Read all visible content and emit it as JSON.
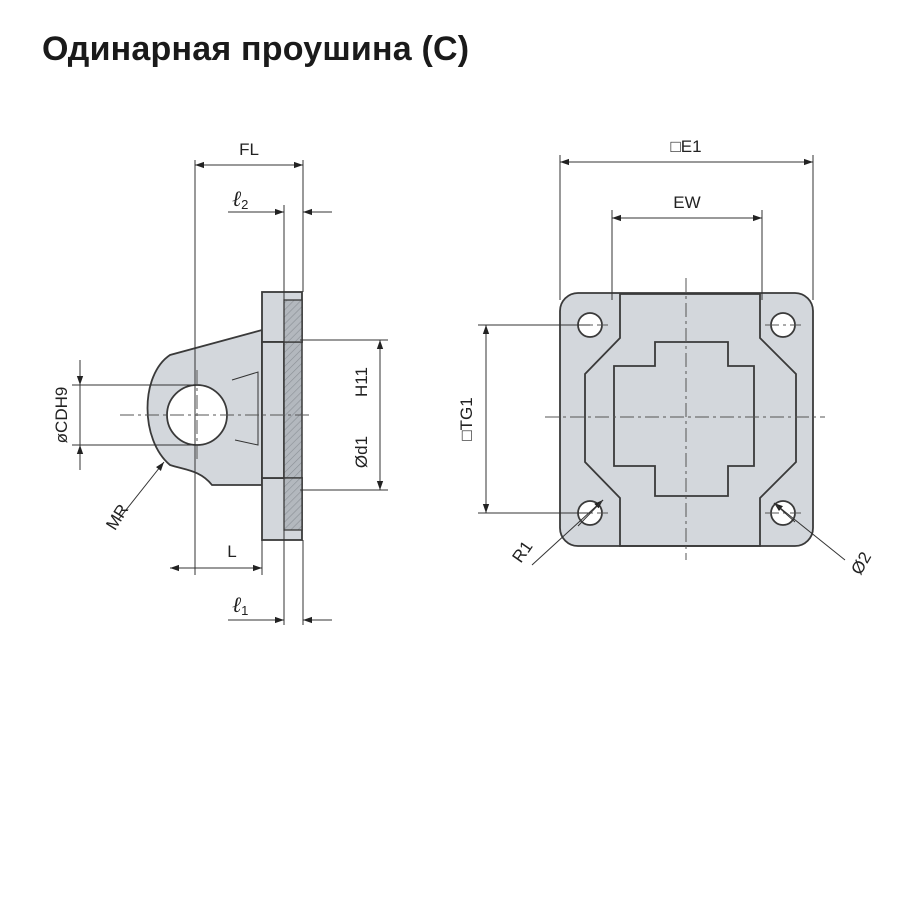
{
  "title": "Одинарная проушина (C)",
  "side_view": {
    "labels": {
      "fl": "FL",
      "l2_letter": "ℓ",
      "l2_sub": "2",
      "cd": "øCDH9",
      "h11": "H11",
      "d1": "Ød1",
      "mr": "MR",
      "l": "L",
      "l1_letter": "ℓ",
      "l1_sub": "1"
    }
  },
  "front_view": {
    "labels": {
      "e1": "□E1",
      "ew": "EW",
      "tg1": "□TG1",
      "r1": "R1",
      "d2": "Ø2"
    }
  },
  "colors": {
    "part_fill": "#d3d7dc",
    "section_fill": "#b3b8be",
    "line": "#3a3a3a"
  }
}
